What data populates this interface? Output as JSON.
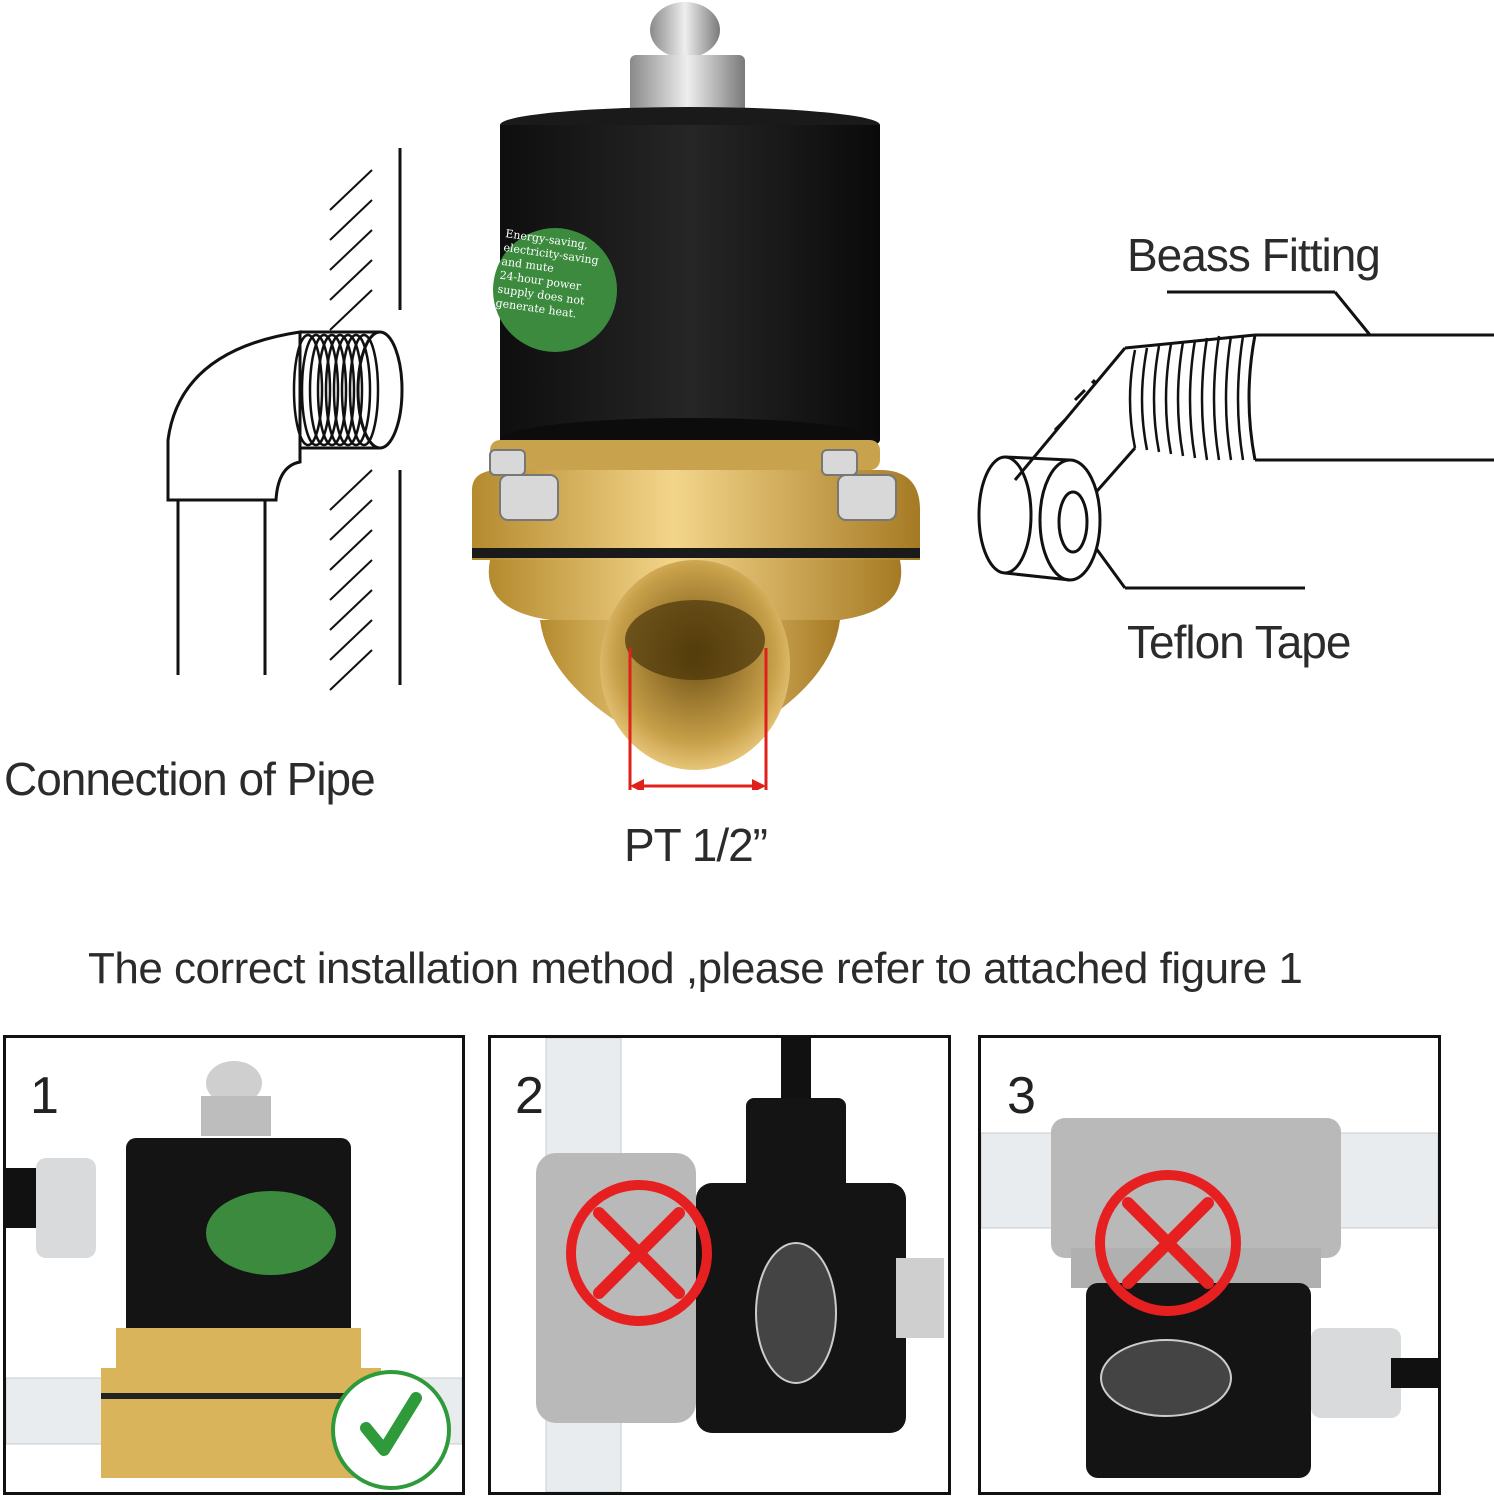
{
  "labels": {
    "connection_of_pipe": "Connection of Pipe",
    "beass_fitting": "Beass Fitting",
    "teflon_tape": "Teflon Tape",
    "pt_size": "PT 1/2”"
  },
  "caption": "The correct installation method ,please refer to attached figure 1",
  "valve_sticker": {
    "line1": "Energy-saving,",
    "line2": "electricity-saving and mute",
    "line3": "24-hour power supply does not",
    "line4": "generate heat."
  },
  "panels": [
    {
      "number": "1",
      "status": "correct",
      "status_icon": "check-icon"
    },
    {
      "number": "2",
      "status": "incorrect",
      "status_icon": "cross-icon"
    },
    {
      "number": "3",
      "status": "incorrect",
      "status_icon": "cross-icon"
    }
  ],
  "colors": {
    "brass": "#d9b45a",
    "coil": "#141414",
    "sticker": "#3b8a3e",
    "dimension_red": "#e0201b",
    "check_green": "#2e9a3a",
    "cross_red": "#e62020",
    "pipe": "#e9ecee",
    "steel": "#b9b9b9"
  }
}
